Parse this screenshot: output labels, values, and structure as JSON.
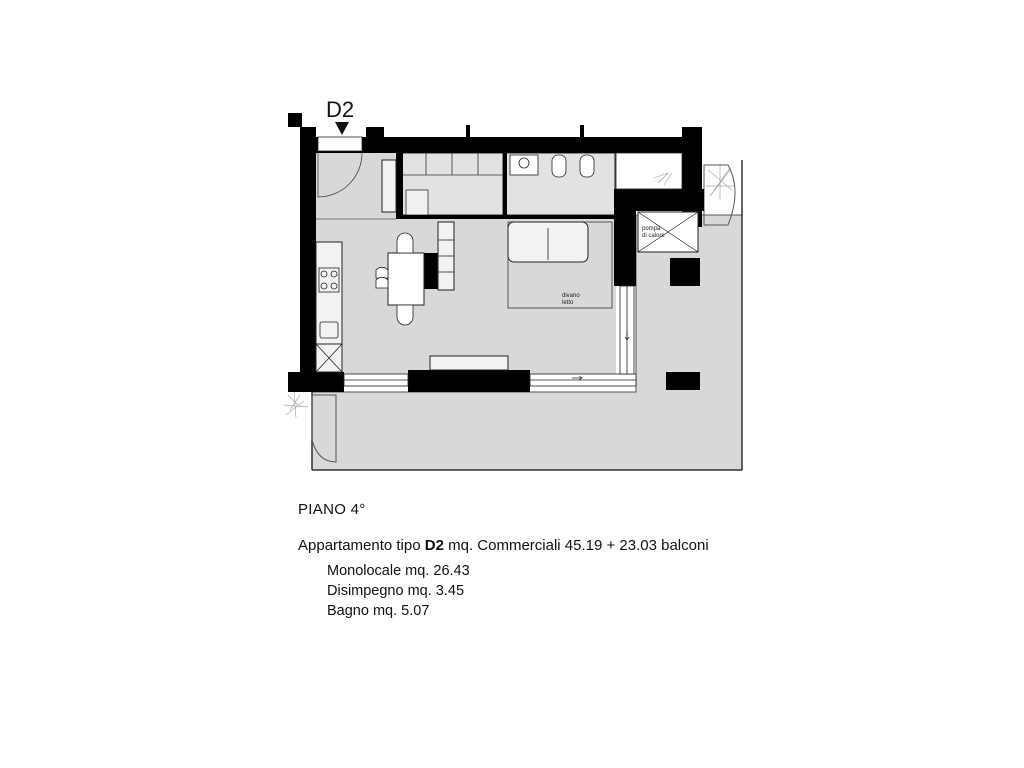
{
  "plan": {
    "unit_marker": "D2",
    "labels": {
      "sofa_line1": "divano",
      "sofa_line2": "letto",
      "pump_line1": "pompa",
      "pump_line2": "di calore"
    }
  },
  "floor": {
    "label": "PIANO  4°"
  },
  "apartment": {
    "prefix": "Appartamento tipo",
    "type": "D2",
    "suffix": "mq. Commerciali 45.19 + 23.03 balconi"
  },
  "rooms": [
    {
      "text": "Monolocale mq. 26.43"
    },
    {
      "text": "Disimpegno mq. 3.45"
    },
    {
      "text": "Bagno mq. 5.07"
    }
  ]
}
